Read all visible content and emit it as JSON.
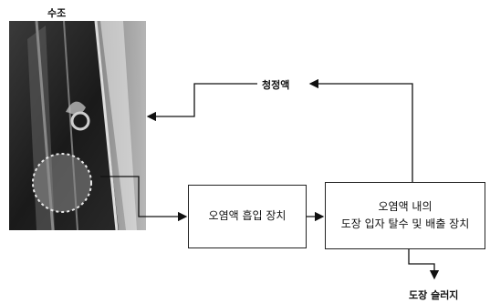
{
  "tank_label": "수조",
  "return_label": "청정액",
  "suction_box": {
    "text": "오염액 흡입 장치"
  },
  "separation_box": {
    "line1": "오염액 내의",
    "line2": "도장 입자 탈수 및 배출 장치"
  },
  "sludge_label": "도장 슬러지"
}
